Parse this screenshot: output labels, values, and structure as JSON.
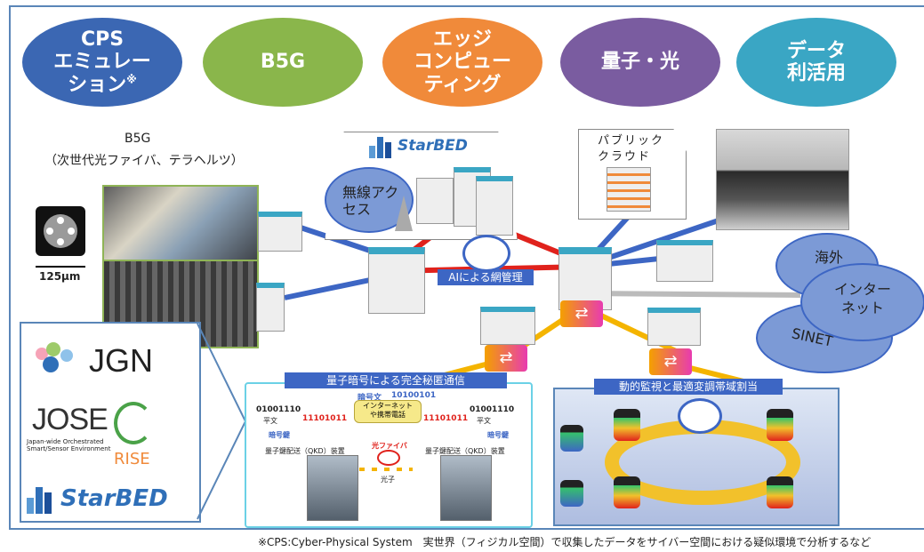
{
  "pills": [
    {
      "label": "CPS\nエミュレー\nション",
      "mark": "※",
      "color": "#3b67b3"
    },
    {
      "label": "B5G",
      "color": "#8ab64b"
    },
    {
      "label": "エッジ\nコンピュー\nティング",
      "color": "#f08a3a"
    },
    {
      "label": "量子・光",
      "color": "#7a5ca0"
    },
    {
      "label": "データ\n利活用",
      "color": "#3aa6c4"
    }
  ],
  "b5g": {
    "title": "B5G",
    "subtitle": "（次世代光ファイバ、テラヘルツ）",
    "scale": "125μm"
  },
  "starbed_logo": "StarBED",
  "wireless_access": "無線アクセス",
  "public_cloud": "パブリック\nクラウド",
  "ai_network": "AIによる網管理",
  "overseas": {
    "overseas": "海外",
    "internet": "インター\nネット",
    "sinet": "SINET"
  },
  "testbeds": {
    "jgn": "JGN",
    "jose": "JOSE",
    "jose_sub": "Japan-wide Orchestrated\nSmart/Sensor Environment",
    "rise": "RISE",
    "starbed": "StarBED"
  },
  "quantum": {
    "title": "量子暗号による完全秘匿通信",
    "ciphertext_label": "暗号文",
    "ciphertext": "10100101",
    "plaintext_left": "01001110",
    "plaintext_right": "01001110",
    "plain_label_left": "平文",
    "plain_label_right": "平文",
    "key_left": "11101011",
    "key_right": "11101011",
    "key_label_left": "暗号鍵",
    "key_label_right": "暗号鍵",
    "network": "インターネット\nや携帯電話",
    "qkd_left": "量子鍵配送（QKD）装置",
    "qkd_right": "量子鍵配送（QKD）装置",
    "fiber": "光ファイバ",
    "photon": "光子"
  },
  "monitoring": {
    "title": "動的監視と最適変調帯域割当"
  },
  "footnote": "※CPS:Cyber-Physical System　実世界（フィジカル空間）で収集したデータをサイバー空間における疑似環境で分析するなど",
  "colors": {
    "red_link": "#e0221c",
    "blue_link": "#3d66c4",
    "orange_link": "#f4b400",
    "gray_link": "#bbbbbb"
  }
}
